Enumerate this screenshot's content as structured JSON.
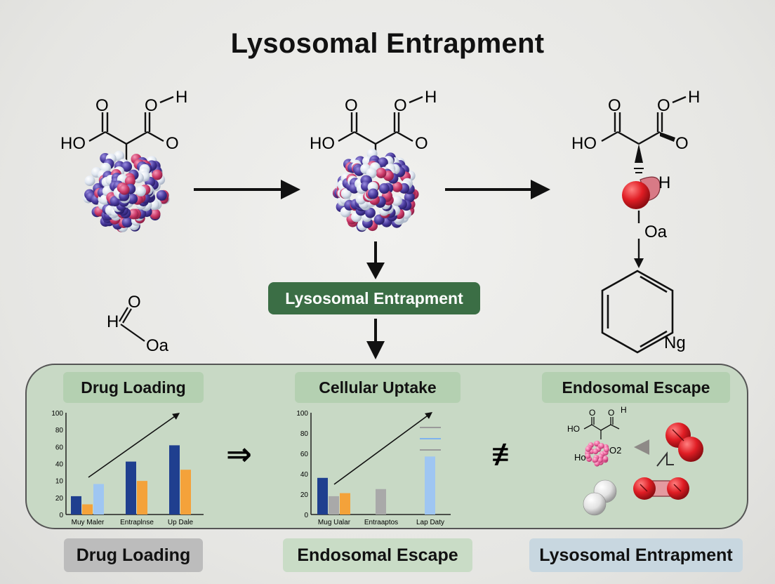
{
  "title": "Lysosomal Entrapment",
  "molecules": {
    "carbonyl_o": "O",
    "hydroxyl_o": "O",
    "hydrogen": "H",
    "ho_left": "HO",
    "o_right": "O",
    "h_right": "H",
    "oa": "Oa",
    "ng": "Ng",
    "formyl_h": "H",
    "formyl_o": "O",
    "formyl_oa": "Oa"
  },
  "center_label": "Lysosomal Entrapment",
  "panel": {
    "labels": [
      "Drug Loading",
      "Cellular Uptake",
      "Endosomal Escape"
    ],
    "ops": {
      "implies": "⇒",
      "not_equal": "≢"
    },
    "mini": {
      "ho": "HO",
      "o": "O",
      "oh_o": "O",
      "h": "H",
      "ho_bottom": "Ho",
      "o2": "O2"
    }
  },
  "bottom_labels": [
    "Drug Loading",
    "Endosomal Escape",
    "Lysosomal Entrapment"
  ],
  "colors": {
    "blue": "#1f3f8f",
    "orange": "#f4a23a",
    "light_blue": "#9fc6f2",
    "gray": "#9a9a9a",
    "red": "#d61f26",
    "panel_green": "#c8d9c5",
    "dark_green": "#3b6e45"
  },
  "chart_data": [
    {
      "type": "bar",
      "categories": [
        "Muy Maler",
        "Entraplnse",
        "Up Dale"
      ],
      "yticks": [
        "100",
        "80",
        "60",
        "40",
        "10",
        "20",
        "0"
      ],
      "series": [
        {
          "values": [
            18,
            52,
            68
          ]
        },
        {
          "values": [
            10,
            33,
            44
          ]
        },
        {
          "values": [
            30,
            null,
            null
          ]
        }
      ]
    },
    {
      "type": "bar",
      "categories": [
        "Mug Ualar",
        "Entraaptos",
        "Lap Daty"
      ],
      "yticks": [
        "100",
        "80",
        "60",
        "40",
        "20",
        "0"
      ],
      "series": [
        {
          "values": [
            36,
            null,
            null
          ]
        },
        {
          "values": [
            18,
            25,
            null
          ]
        },
        {
          "values": [
            21,
            null,
            null
          ]
        },
        {
          "values": [
            null,
            null,
            57
          ]
        }
      ]
    }
  ]
}
